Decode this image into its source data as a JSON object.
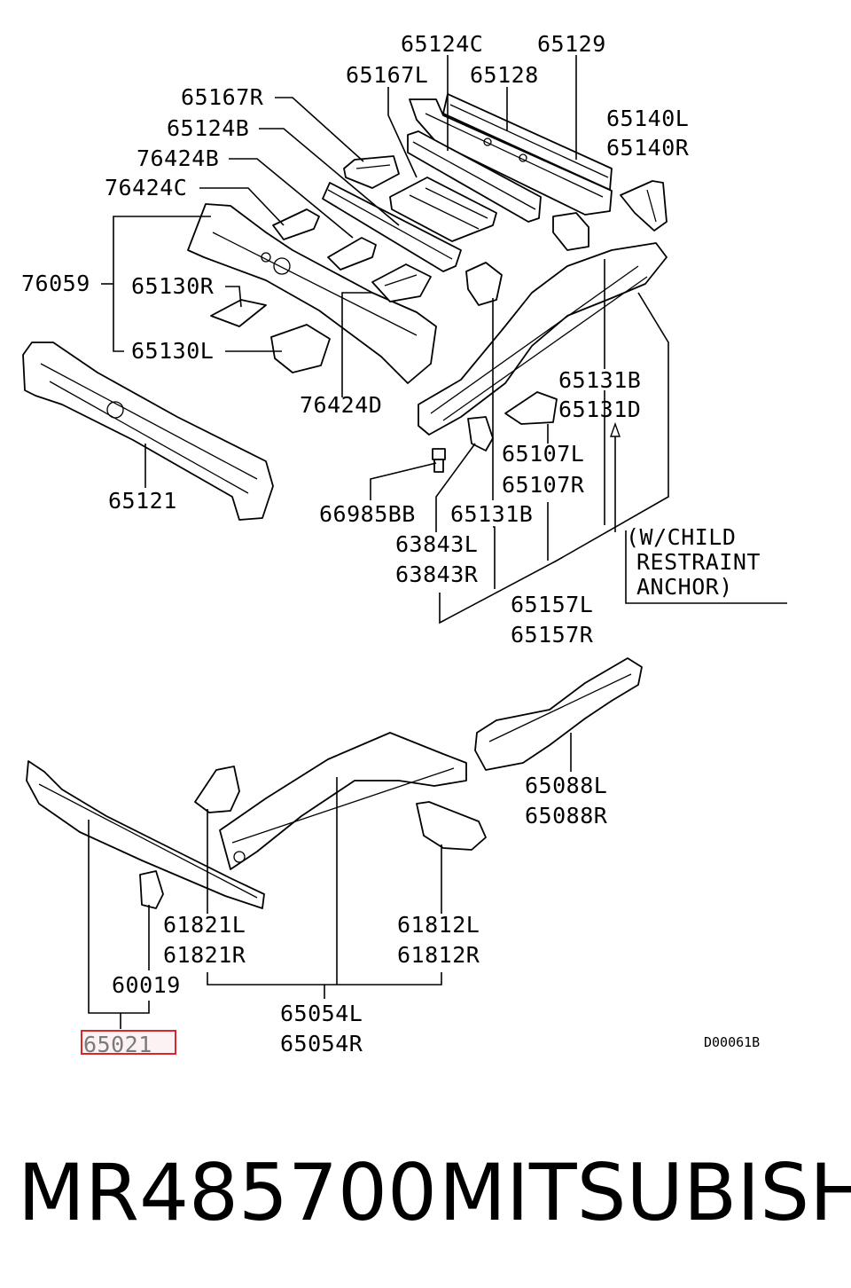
{
  "diagram": {
    "labels": {
      "p65124C": "65124C",
      "p65129": "65129",
      "p65167L": "65167L",
      "p65128": "65128",
      "p65167R": "65167R",
      "p65140L": "65140L",
      "p65140R": "65140R",
      "p65124B": "65124B",
      "p76424B": "76424B",
      "p76424C": "76424C",
      "p76059": "76059",
      "p65130R": "65130R",
      "p65130L": "65130L",
      "p76424D": "76424D",
      "p65121": "65121",
      "p65131B_top": "65131B",
      "p65131D": "65131D",
      "p65107L": "65107L",
      "p65107R": "65107R",
      "p66985BB": "66985BB",
      "p65131B": "65131B",
      "p63843L": "63843L",
      "p63843R": "63843R",
      "p65157L": "65157L",
      "p65157R": "65157R",
      "p65088L": "65088L",
      "p65088R": "65088R",
      "p61821L": "61821L",
      "p61821R": "61821R",
      "p61812L": "61812L",
      "p61812R": "61812R",
      "p60019": "60019",
      "p65054L": "65054L",
      "p65054R": "65054R",
      "p65021": "65021"
    },
    "note_lines": [
      "(W/CHILD",
      "RESTRAINT",
      "ANCHOR)"
    ],
    "drawing_code": "D00061B",
    "highlight_color": "#d8262c"
  },
  "footer": {
    "part_number": "MR485700",
    "brand": "MITSUBISHI"
  }
}
